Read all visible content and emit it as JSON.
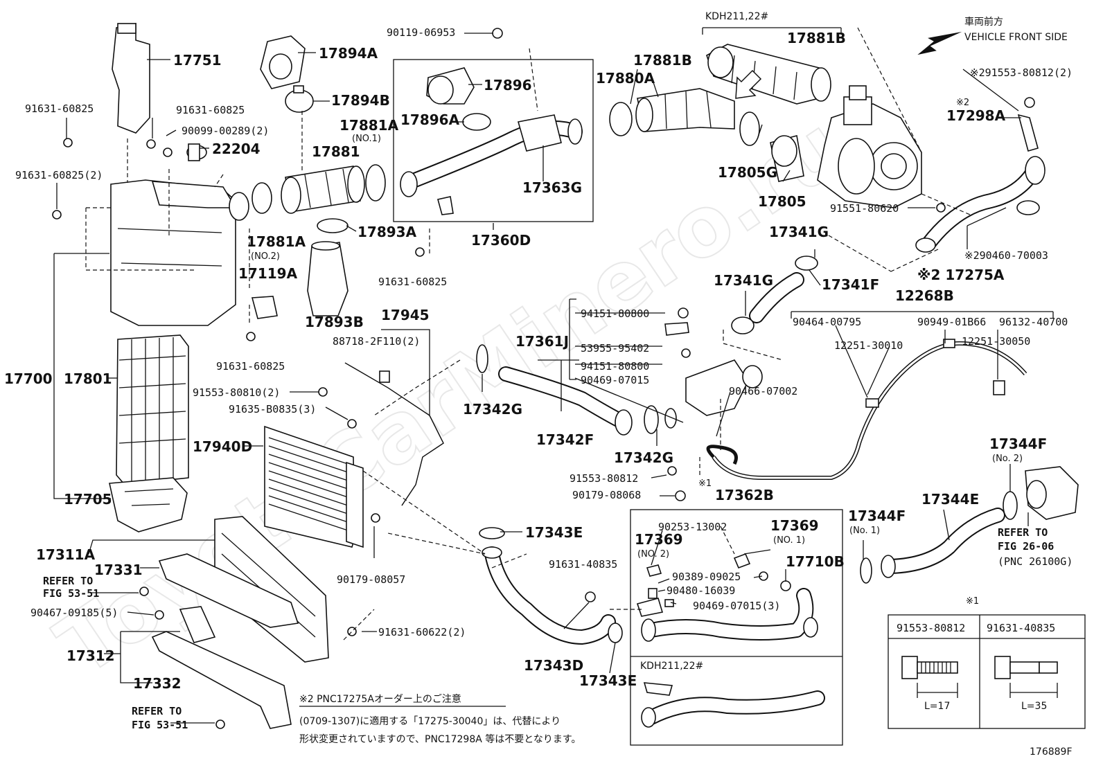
{
  "header": {
    "jp_front": "車両前方",
    "en_front": "VEHICLE FRONT SIDE",
    "model_top": "KDH211,22#",
    "model_bottom": "KDH211,22#",
    "fig_id": "176889F",
    "watermark": "ToyotaCarMinero.ru"
  },
  "labels": [
    {
      "id": "p17751",
      "text": "17751"
    },
    {
      "id": "p17894A",
      "text": "17894A"
    },
    {
      "id": "p90119",
      "text": "90119-06953"
    },
    {
      "id": "p17881B_top",
      "text": "17881B"
    },
    {
      "id": "p17881B",
      "text": "17881B"
    },
    {
      "id": "p17880A",
      "text": "17880A"
    },
    {
      "id": "p291553",
      "text": "※291553-80812(2)"
    },
    {
      "id": "p17298A_mark",
      "text": "※2"
    },
    {
      "id": "p17298A",
      "text": "17298A"
    },
    {
      "id": "p91631_a",
      "text": "91631-60825"
    },
    {
      "id": "p91631_b",
      "text": "91631-60825"
    },
    {
      "id": "p90099",
      "text": "90099-00289(2)"
    },
    {
      "id": "p22204",
      "text": "22204"
    },
    {
      "id": "p17894B",
      "text": "17894B"
    },
    {
      "id": "p17896",
      "text": "17896"
    },
    {
      "id": "p17896A",
      "text": "17896A"
    },
    {
      "id": "p17881A_1",
      "text": "17881A"
    },
    {
      "id": "p17881A_1n",
      "text": "(NO.1)"
    },
    {
      "id": "p17881",
      "text": "17881"
    },
    {
      "id": "p91631_c",
      "text": "91631-60825(2)"
    },
    {
      "id": "p17363G",
      "text": "17363G"
    },
    {
      "id": "p17805G",
      "text": "17805G"
    },
    {
      "id": "p17805",
      "text": "17805"
    },
    {
      "id": "p91551",
      "text": "91551-80620"
    },
    {
      "id": "p90460",
      "text": "※290460-70003"
    },
    {
      "id": "p17275A",
      "text": "※2 17275A"
    },
    {
      "id": "p17881A_2",
      "text": "17881A"
    },
    {
      "id": "p17881A_2n",
      "text": "(NO.2)"
    },
    {
      "id": "p17893A",
      "text": "17893A"
    },
    {
      "id": "p17360D",
      "text": "17360D"
    },
    {
      "id": "p17119A",
      "text": "17119A"
    },
    {
      "id": "p91631_d",
      "text": "91631-60825"
    },
    {
      "id": "p17341G_a",
      "text": "17341G"
    },
    {
      "id": "p17341G_b",
      "text": "17341G"
    },
    {
      "id": "p17341F",
      "text": "17341F"
    },
    {
      "id": "p12268B",
      "text": "12268B"
    },
    {
      "id": "p17893B",
      "text": "17893B"
    },
    {
      "id": "p17945",
      "text": "17945"
    },
    {
      "id": "p94151_a",
      "text": "94151-80800"
    },
    {
      "id": "p90464",
      "text": "90464-00795"
    },
    {
      "id": "p90949",
      "text": "90949-01B66"
    },
    {
      "id": "p96132",
      "text": "96132-40700"
    },
    {
      "id": "p88718",
      "text": "88718-2F110(2)"
    },
    {
      "id": "p17361J",
      "text": "17361J"
    },
    {
      "id": "p53955",
      "text": "53955-95402"
    },
    {
      "id": "p12251_a",
      "text": "12251-30010"
    },
    {
      "id": "p12251_b",
      "text": "12251-30050"
    },
    {
      "id": "p91631_e",
      "text": "91631-60825"
    },
    {
      "id": "p94151_b",
      "text": "94151-80800"
    },
    {
      "id": "p17700",
      "text": "17700"
    },
    {
      "id": "p17801",
      "text": "17801"
    },
    {
      "id": "p90469_a",
      "text": "90469-07015"
    },
    {
      "id": "p90466",
      "text": "90466-07002"
    },
    {
      "id": "p91553_a",
      "text": "91553-80810(2)"
    },
    {
      "id": "p91635",
      "text": "91635-B0835(3)"
    },
    {
      "id": "p17342G_a",
      "text": "17342G"
    },
    {
      "id": "p17940D",
      "text": "17940D"
    },
    {
      "id": "p17342F",
      "text": "17342F"
    },
    {
      "id": "p17342G_b",
      "text": "17342G"
    },
    {
      "id": "p17344F_2",
      "text": "17344F"
    },
    {
      "id": "p17344F_2n",
      "text": "(No. 2)"
    },
    {
      "id": "p91553_b",
      "text": "91553-80812"
    },
    {
      "id": "p_mark1",
      "text": "※1"
    },
    {
      "id": "p90179_a",
      "text": "90179-08068"
    },
    {
      "id": "p17362B",
      "text": "17362B"
    },
    {
      "id": "p17344E",
      "text": "17344E"
    },
    {
      "id": "p17705",
      "text": "17705"
    },
    {
      "id": "p90253",
      "text": "90253-13002"
    },
    {
      "id": "p17369_1",
      "text": "17369"
    },
    {
      "id": "p17369_1n",
      "text": "(NO. 1)"
    },
    {
      "id": "p17344F_1",
      "text": "17344F"
    },
    {
      "id": "p17344F_1n",
      "text": "(No. 1)"
    },
    {
      "id": "p17343E_a",
      "text": "17343E"
    },
    {
      "id": "p17369_2",
      "text": "17369"
    },
    {
      "id": "p17369_2n",
      "text": "(NO. 2)"
    },
    {
      "id": "p17710B",
      "text": "17710B"
    },
    {
      "id": "p17311A",
      "text": "17311A"
    },
    {
      "id": "p17331",
      "text": "17331"
    },
    {
      "id": "p91631_40835",
      "text": "91631-40835"
    },
    {
      "id": "p90389",
      "text": "90389-09025"
    },
    {
      "id": "p90480",
      "text": "90480-16039"
    },
    {
      "id": "p90469_b",
      "text": "90469-07015(3)"
    },
    {
      "id": "p90179_b",
      "text": "90179-08057"
    },
    {
      "id": "p90467",
      "text": "90467-09185(5)"
    },
    {
      "id": "p91631_60622",
      "text": "91631-60622(2)"
    },
    {
      "id": "p17312",
      "text": "17312"
    },
    {
      "id": "p17343D",
      "text": "17343D"
    },
    {
      "id": "p17343E_b",
      "text": "17343E"
    },
    {
      "id": "p17332",
      "text": "17332"
    }
  ],
  "references": {
    "ref1_line1": "REFER TO",
    "ref1_line2": "FIG 53-51",
    "ref2_line1": "REFER TO",
    "ref2_line2": "FIG 53-51",
    "ref3_line1": "REFER TO",
    "ref3_line2": "FIG 26-06",
    "ref3_line3": "(PNC 26100G)"
  },
  "notes": {
    "title": "※2 PNC17275Aオーダー上のご注意",
    "line1": "(0709-1307)に適用する「17275-30040」は、代替により",
    "line2": "形状変更されていますので、PNC17298A 等は不要となります。"
  },
  "bolt_table": {
    "mark": "※1",
    "col1": "91553-80812",
    "col2": "91631-40835",
    "len1": "L=17",
    "len2": "L=35"
  }
}
